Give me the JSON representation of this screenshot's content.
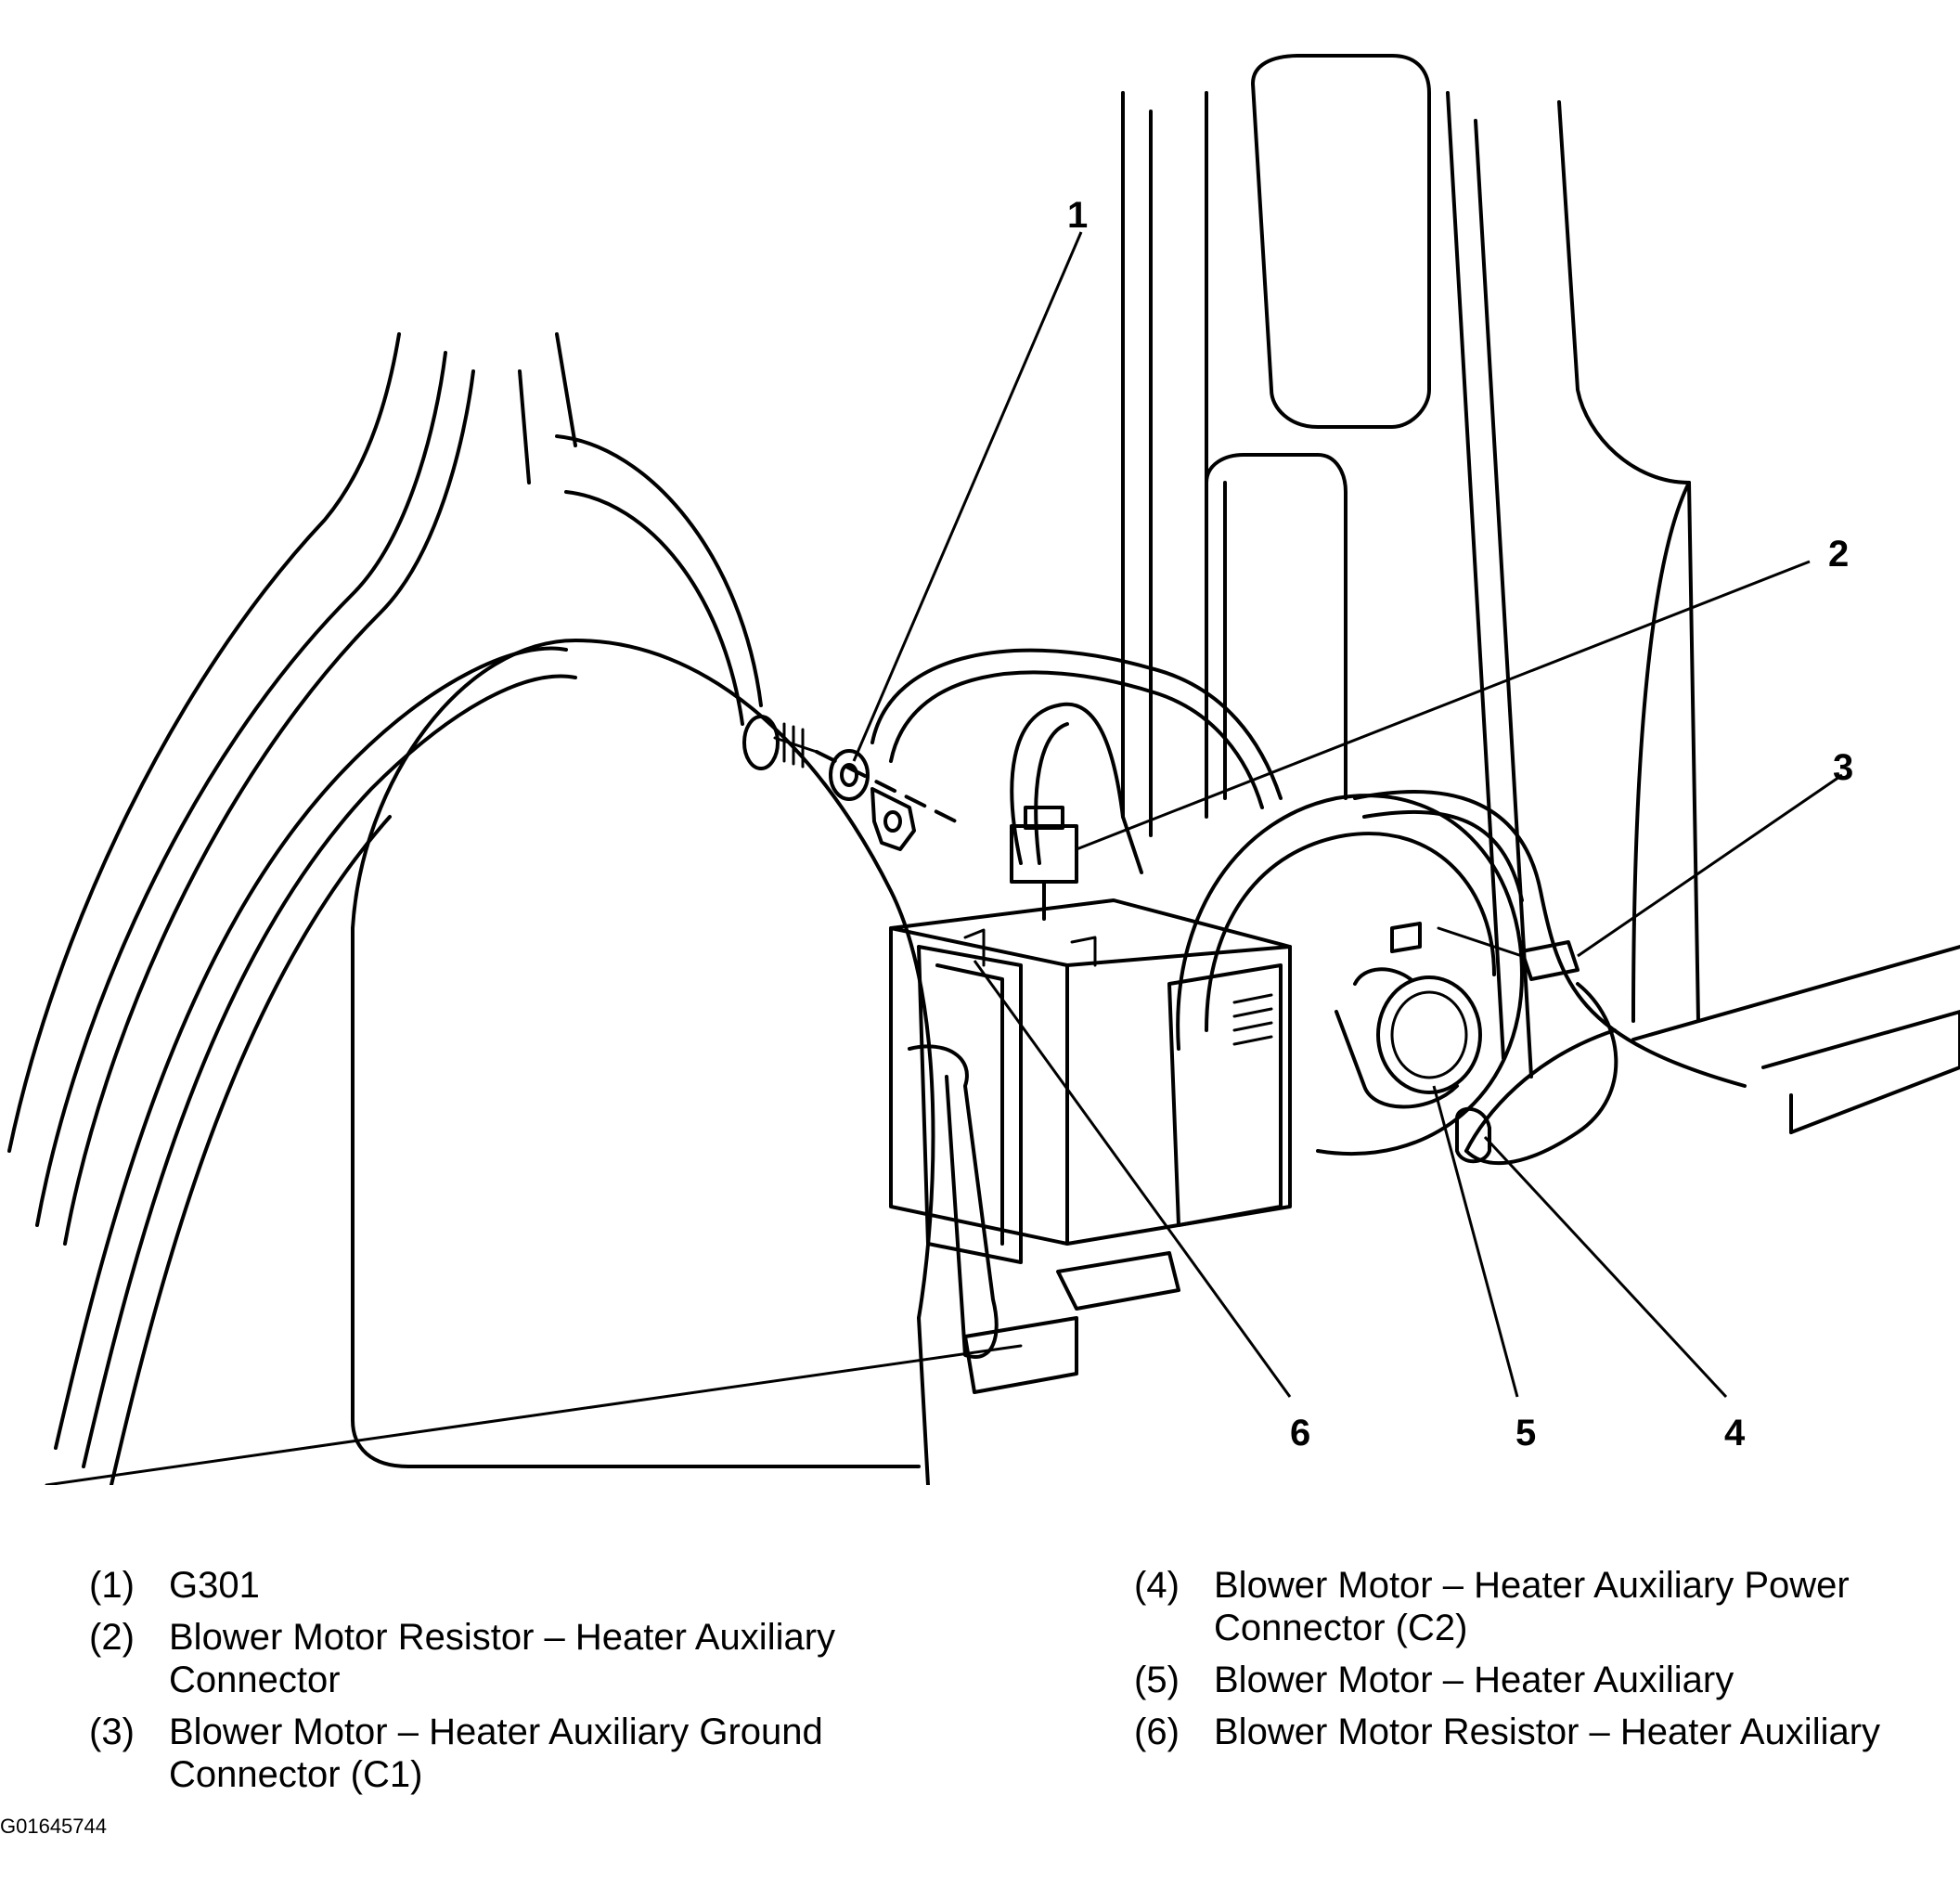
{
  "callouts": [
    {
      "num": "1"
    },
    {
      "num": "2"
    },
    {
      "num": "3"
    },
    {
      "num": "4"
    },
    {
      "num": "5"
    },
    {
      "num": "6"
    }
  ],
  "legend": {
    "left": [
      {
        "num": "(1)",
        "text": "G301"
      },
      {
        "num": "(2)",
        "text": "Blower Motor Resistor – Heater Auxiliary Connector"
      },
      {
        "num": "(3)",
        "text": "Blower Motor – Heater Auxiliary Ground Connector (C1)"
      }
    ],
    "right": [
      {
        "num": "(4)",
        "text": "Blower Motor – Heater Auxiliary Power Connector (C2)"
      },
      {
        "num": "(5)",
        "text": "Blower Motor – Heater Auxiliary"
      },
      {
        "num": "(6)",
        "text": "Blower Motor Resistor – Heater Auxiliary"
      }
    ]
  },
  "figure_id": "G01645744"
}
